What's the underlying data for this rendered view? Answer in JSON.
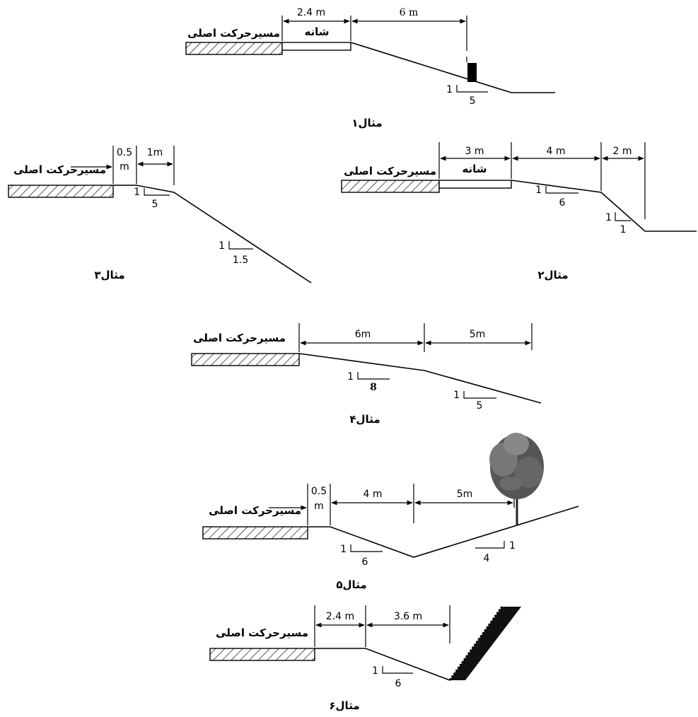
{
  "main_road": "مسیرحرکت اصلی",
  "shoulder": "شانه",
  "examples": [
    {
      "caption": "مثال۱",
      "dims": [
        "2.4 m",
        "6 m"
      ],
      "slope": {
        "rise": "1",
        "run": "5"
      }
    },
    {
      "caption": "مثال۲",
      "dims": [
        "3 m",
        "4 m",
        "2 m"
      ],
      "slopes": [
        {
          "rise": "1",
          "run": "6"
        },
        {
          "rise": "1",
          "run": "1"
        }
      ]
    },
    {
      "caption": "مثال۳",
      "dims": [
        "0.5",
        "m",
        "1m"
      ],
      "slopes": [
        {
          "rise": "1",
          "run": "5"
        },
        {
          "rise": "1",
          "run": "1.5"
        }
      ]
    },
    {
      "caption": "مثال۴",
      "dims": [
        "6m",
        "5m"
      ],
      "slopes": [
        {
          "rise": "1",
          "run": "8"
        },
        {
          "rise": "1",
          "run": "5"
        }
      ]
    },
    {
      "caption": "مثال۵",
      "dims": [
        "0.5",
        "m",
        "4 m",
        "5m"
      ],
      "slopes": [
        {
          "rise": "1",
          "run": "6"
        },
        {
          "rise": "1",
          "run": "4"
        }
      ]
    },
    {
      "caption": "مثال۶",
      "dims": [
        "2.4 m",
        "3.6 m"
      ],
      "slope": {
        "rise": "1",
        "run": "6"
      }
    }
  ]
}
